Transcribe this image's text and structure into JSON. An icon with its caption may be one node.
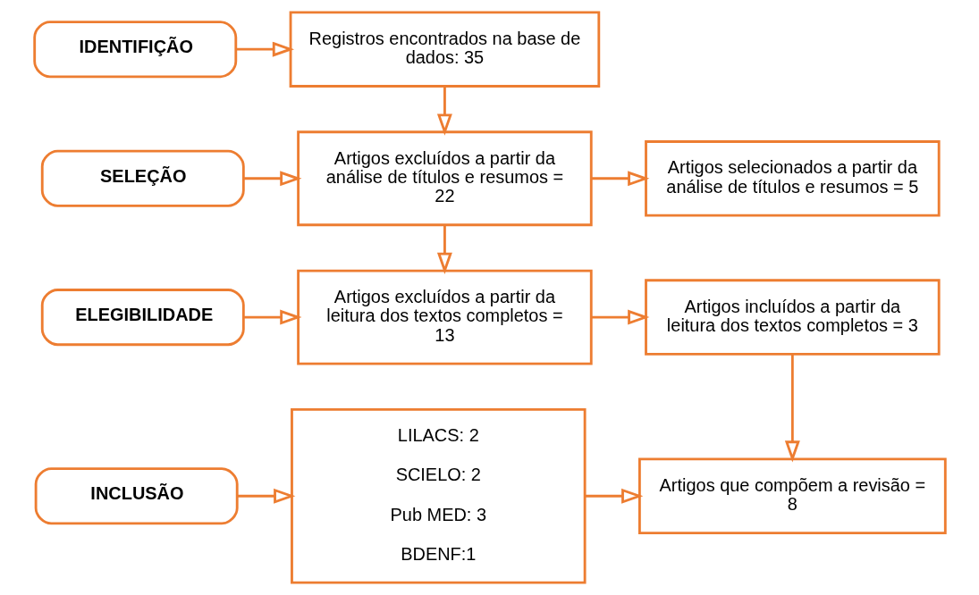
{
  "diagram": {
    "nodes": [
      {
        "text": [
          "IDENTIFIÇÃO"
        ]
      },
      {
        "text": [
          "Registros encontrados na base de dados: 35"
        ]
      },
      {
        "text": [
          "SELEÇÃO"
        ]
      },
      {
        "text": [
          "Artigos excluídos a partir da análise de títulos e resumos = 22"
        ]
      },
      {
        "text": [
          "Artigos selecionados a partir da análise de títulos e resumos = 5"
        ]
      },
      {
        "text": [
          "ELEGIBILIDADE"
        ]
      },
      {
        "text": [
          "Artigos excluídos a partir da leitura dos textos completos = 13"
        ]
      },
      {
        "text": [
          "Artigos incluídos a partir da leitura dos textos completos = 3"
        ]
      },
      {
        "text": [
          "INCLUSÃO"
        ]
      },
      {
        "text": [
          "LILACS: 2",
          "SCIELO: 2",
          "Pub MED: 3",
          "BDENF:1"
        ]
      },
      {
        "text": [
          "Artigos que compõem a revisão = 8"
        ]
      }
    ],
    "edges": [
      {
        "from": 0,
        "to": 1,
        "arrow": "to"
      },
      {
        "from": 1,
        "to": 3,
        "arrow": "to"
      },
      {
        "from": 2,
        "to": 3,
        "arrow": "to"
      },
      {
        "from": 3,
        "to": 4,
        "arrow": "to"
      },
      {
        "from": 3,
        "to": 6,
        "arrow": "to"
      },
      {
        "from": 5,
        "to": 6,
        "arrow": "to"
      },
      {
        "from": 6,
        "to": 7,
        "arrow": "to"
      },
      {
        "from": 7,
        "to": 10,
        "arrow": "to"
      },
      {
        "from": 8,
        "to": 9,
        "arrow": "to"
      },
      {
        "from": 9,
        "to": 10,
        "arrow": "to"
      }
    ]
  }
}
